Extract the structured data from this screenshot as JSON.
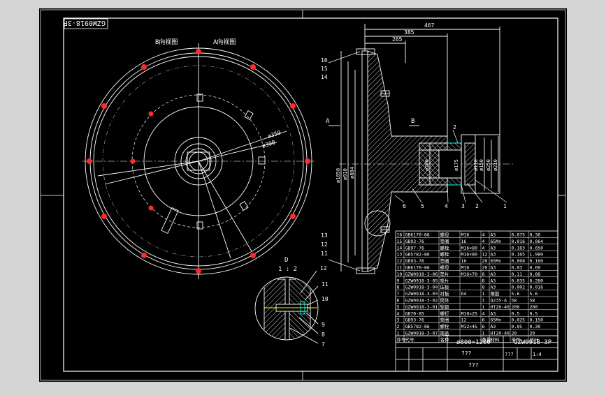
{
  "colors": {
    "bg": "#d4d4d4",
    "paper": "#000000",
    "line": "#ffffff",
    "red": "#ff2a2a",
    "yellow": "#ffff00",
    "cyan": "#00ffff",
    "hatch": "#ffffff"
  },
  "drawing": {
    "stamp": "GZW0918-3P",
    "view_b_label": "B向视图",
    "view_a_label": "A向视图",
    "dia_350": "ø350",
    "dia_300": "ø300",
    "section_a": "A",
    "section_b": "B",
    "dim_467": "467",
    "dim_385": "385",
    "dim_265": "265",
    "dia_1050": "ø1050",
    "dia_910": "ø910",
    "dia_884": "ø884",
    "dia_200": "ø200",
    "dia_175": "ø175",
    "dia_110": "ø110",
    "dia_150": "ø150",
    "dia_210": "ø210",
    "dia_250": "ø250",
    "detail_label": "D",
    "detail_scale": "1 : 2",
    "balloons_top": [
      "16",
      "15",
      "14"
    ],
    "balloons_bottom": [
      "13",
      "12",
      "11"
    ],
    "balloons_right": [
      "1",
      "2",
      "3",
      "4",
      "5",
      "6"
    ],
    "balloon_2_top": "2",
    "balloons_detail": [
      "12",
      "11",
      "10",
      "9",
      "8",
      "7"
    ]
  },
  "bom": {
    "rows": [
      [
        "16",
        "GB6170-86",
        "螺母",
        "M16",
        "4",
        "A3",
        "0.075",
        "0.30"
      ],
      [
        "15",
        "GB93-76",
        "垫圈",
        "16",
        "4",
        "65Mn",
        "0.016",
        "0.064"
      ],
      [
        "14",
        "GB97-76",
        "螺栓",
        "M16×80",
        "4",
        "A3",
        "0.163",
        "0.650"
      ],
      [
        "13",
        "GB5782-86",
        "螺栓",
        "M16×80",
        "12",
        "A3",
        "0.165",
        "1.980"
      ],
      [
        "12",
        "GB93-76",
        "垫圈",
        "16",
        "20",
        "65Mn",
        "0.008",
        "0.160"
      ],
      [
        "11",
        "GB6170-86",
        "螺母",
        "M16",
        "20",
        "A3",
        "0.03",
        "0.60"
      ],
      [
        "10",
        "GZW0918-3-06",
        "垫片",
        "M16×70",
        "8",
        "A3",
        "0.11",
        "0.88"
      ],
      [
        "9",
        "GZW0918-3-05",
        "垫片",
        "",
        "8",
        "A3",
        "0.035",
        "0.280"
      ],
      [
        "8",
        "GZW0918-3-04",
        "压板",
        "",
        "8",
        "A3",
        "0.002",
        "0.016"
      ],
      [
        "7",
        "GZW0918-3-03",
        "衬板",
        "δ4",
        "1",
        "橡胶",
        "5.6",
        "5.6"
      ],
      [
        "6",
        "GZW0918-3-02",
        "筒体",
        "",
        "1",
        "Q235-A",
        "58",
        "58"
      ],
      [
        "5",
        "GZW0918-3-01",
        "轮毂",
        "",
        "1",
        "HT20-40",
        "200",
        "200"
      ],
      [
        "4",
        "GB70-85",
        "螺钉",
        "M10×25",
        "4",
        "A3",
        "0.5",
        "0.5"
      ],
      [
        "3",
        "GB93-76",
        "垫圈",
        "12",
        "6",
        "65Mn",
        "0.025",
        "0.150"
      ],
      [
        "2",
        "GB5782-86",
        "螺栓",
        "M12×45",
        "6",
        "A3",
        "0.05",
        "0.30"
      ],
      [
        "1",
        "GZW0918-3-07",
        "端盖",
        "",
        "1",
        "HT20-40",
        "20",
        "20"
      ]
    ],
    "header": [
      "序号",
      "代号",
      "名称",
      "",
      "数量",
      "材料",
      "单件",
      "总计"
    ],
    "title_block": {
      "product": "ø800×1200",
      "drawing_no": "GZW0918-3P",
      "scale": "1:4",
      "weight": "???",
      "sheet": "???",
      "company": "???"
    }
  }
}
